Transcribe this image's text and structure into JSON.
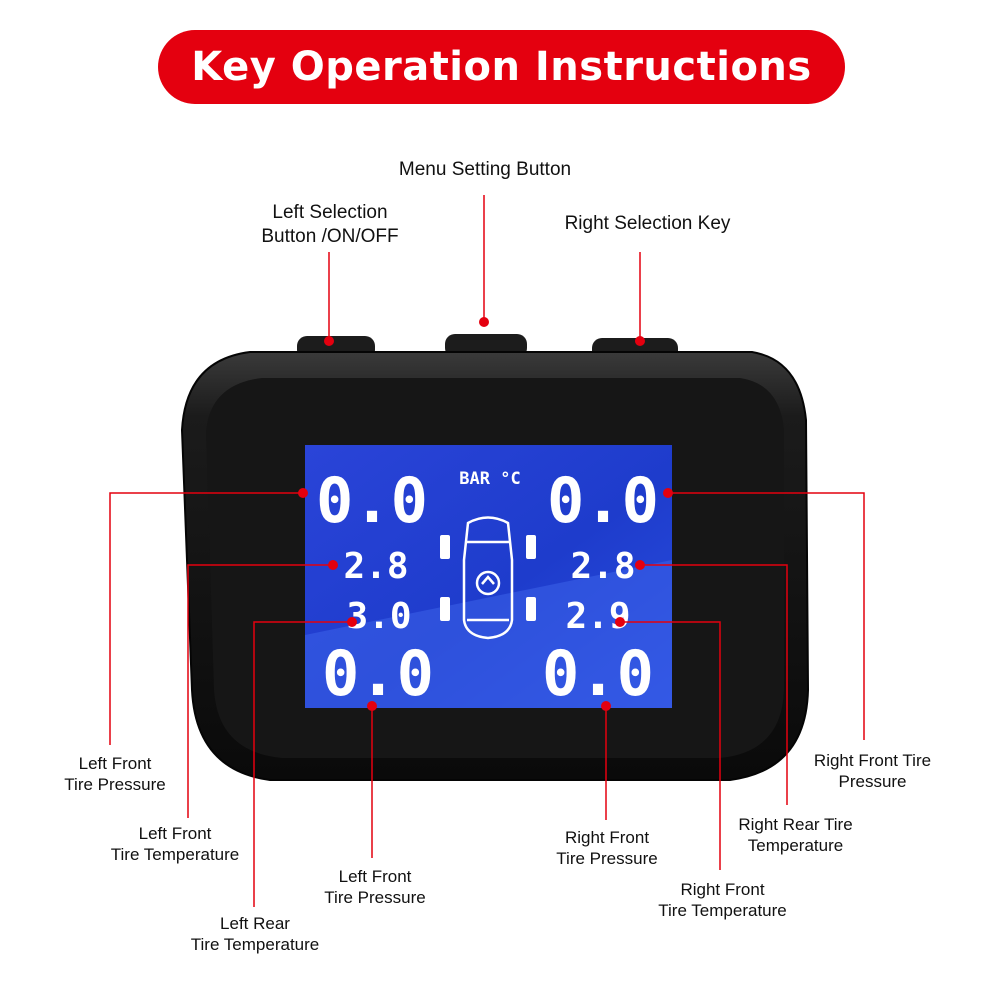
{
  "header": {
    "title": "Key Operation Instructions"
  },
  "buttons": {
    "menu": "Menu Setting Button",
    "left_line1": "Left Selection",
    "left_line2": "Button /ON/OFF",
    "right": "Right Selection Key"
  },
  "screen": {
    "units": "BAR  °C",
    "left_front_pressure": "0.0",
    "left_front_temperature": "2.8",
    "left_rear_temperature": "3.0",
    "left_rear_pressure": "0.0",
    "right_front_pressure": "0.0",
    "right_front_temperature": "2.8",
    "right_rear_temperature": "2.9",
    "right_rear_pressure": "0.0"
  },
  "labels": {
    "lf_pressure": [
      "Left Front",
      "Tire Pressure"
    ],
    "lf_temperature": [
      "Left Front",
      "Tire Temperature"
    ],
    "lr_temperature": [
      "Left Rear",
      "Tire Temperature"
    ],
    "lf_pressure_bottom": [
      "Left Front",
      "Tire Pressure"
    ],
    "rf_pressure_bottom": [
      "Right Front",
      "Tire Pressure"
    ],
    "rf_temperature": [
      "Right Front",
      "Tire Temperature"
    ],
    "rr_temperature": [
      "Right Rear Tire",
      "Temperature"
    ],
    "rf_pressure": [
      "Right Front Tire",
      "Pressure"
    ]
  },
  "colors": {
    "accent": "#e4000f",
    "screen": "#1f3fd0",
    "device": "#151515"
  }
}
